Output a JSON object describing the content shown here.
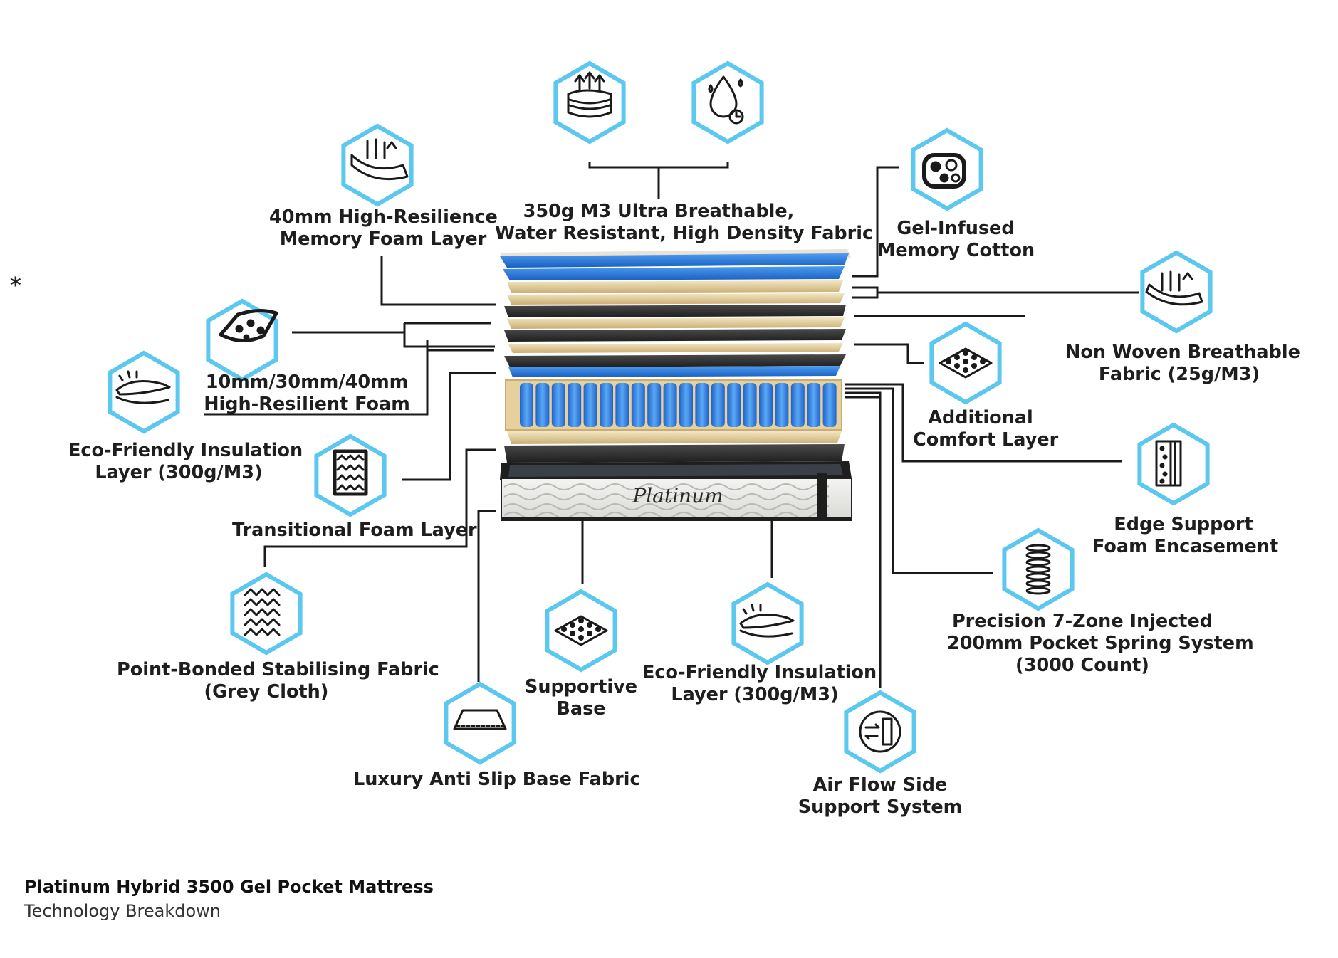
{
  "marker": "*",
  "brand_text": "Platinum",
  "colors": {
    "accent": "#5cc8ef",
    "foam_blue": "#2a78d4",
    "cream": "#e9d8ae",
    "dark": "#2b2b2b"
  },
  "labels": {
    "fabric": [
      "350g M3 Ultra Breathable,",
      "Water Resistant, High Density Fabric"
    ],
    "hr_memory": [
      "40mm High-Resilience",
      "Memory Foam Layer"
    ],
    "gel_cotton": [
      "Gel-Infused",
      "Memory Cotton"
    ],
    "non_woven": [
      "Non Woven Breathable",
      "Fabric (25g/M3)"
    ],
    "hr_foam": [
      "10mm/30mm/40mm",
      "High-Resilient Foam"
    ],
    "additional": [
      "Additional",
      "Comfort Layer"
    ],
    "eco_left": [
      "Eco-Friendly Insulation",
      "Layer (300g/M3)"
    ],
    "transitional": [
      "Transitional Foam Layer"
    ],
    "edge": [
      "Edge Support",
      "Foam Encasement"
    ],
    "spring": [
      "Precision 7-Zone Injected",
      "200mm Pocket Spring System",
      "(3000 Count)"
    ],
    "point_bonded": [
      "Point-Bonded Stabilising Fabric",
      "(Grey Cloth)"
    ],
    "supportive": [
      "Supportive",
      "Base"
    ],
    "eco_bottom": [
      "Eco-Friendly Insulation",
      "Layer (300g/M3)"
    ],
    "anti_slip": [
      "Luxury Anti Slip Base Fabric"
    ],
    "air_flow": [
      "Air Flow Side",
      "Support System"
    ]
  },
  "icons": [
    "breathable-fabric-icon",
    "water-resistant-icon",
    "memory-foam-icon",
    "gel-cotton-icon",
    "non-woven-icon",
    "hr-foam-icon",
    "comfort-layer-icon",
    "insulation-icon",
    "transitional-foam-icon",
    "edge-support-icon",
    "pocket-spring-icon",
    "stabilising-fabric-icon",
    "supportive-base-icon",
    "insulation-bottom-icon",
    "anti-slip-icon",
    "air-flow-icon"
  ],
  "footer": {
    "title": "Platinum Hybrid 3500 Gel Pocket Mattress",
    "subtitle": "Technology Breakdown"
  }
}
